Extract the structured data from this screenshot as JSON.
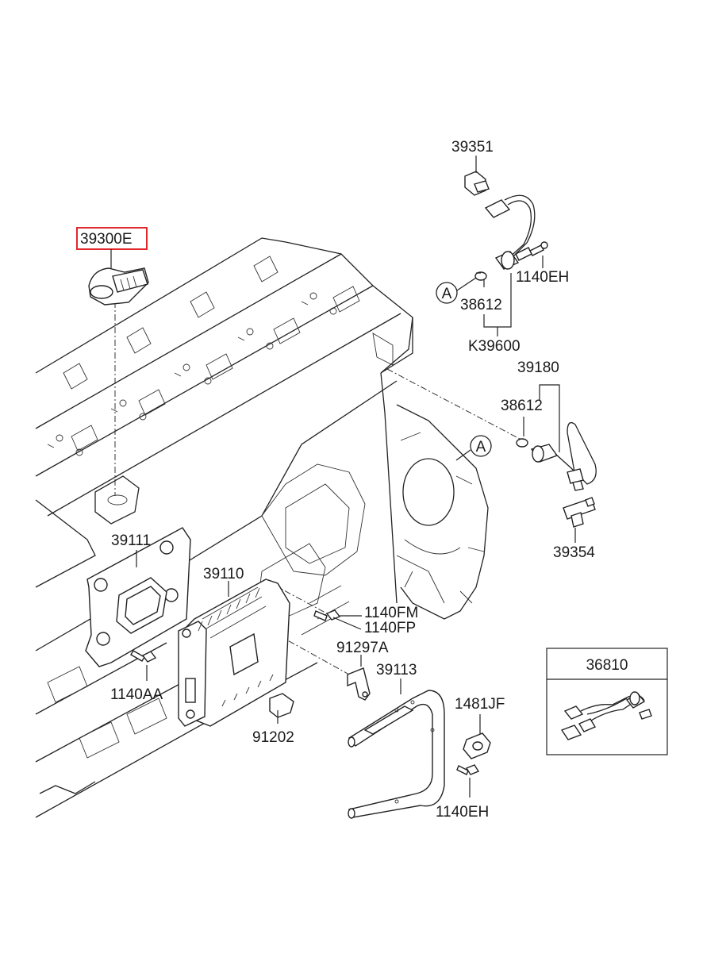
{
  "labels": {
    "p39300E": "39300E",
    "p39351": "39351",
    "p1140EH_top": "1140EH",
    "p38612_top": "38612",
    "pK39600": "K39600",
    "p39180": "39180",
    "p38612_mid": "38612",
    "p39354": "39354",
    "p39111": "39111",
    "p39110": "39110",
    "p1140FM": "1140FM",
    "p1140FP": "1140FP",
    "p91297A": "91297A",
    "p39113": "39113",
    "p1481JF": "1481JF",
    "p1140AA": "1140AA",
    "p91202": "91202",
    "p1140EH_bot": "1140EH",
    "p36810": "36810"
  },
  "callouts": {
    "a_top": "A",
    "a_mid": "A"
  },
  "highlight_color": "#e0282e"
}
